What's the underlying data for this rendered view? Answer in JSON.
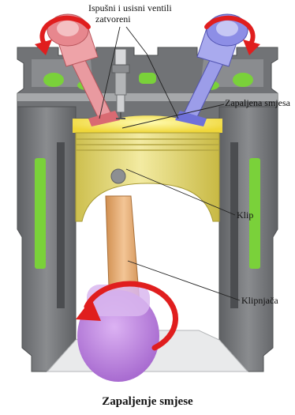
{
  "labels": {
    "valves_line1": "Ispušni i usisni ventili",
    "valves_line2": "zatvoreni",
    "ignited_mixture": "Zapaljena smjesa",
    "piston": "Klip",
    "connecting_rod": "Klipnjača"
  },
  "caption": "Zapaljenje smjese",
  "colors": {
    "block": "#6f7174",
    "block_light": "#a9abad",
    "coolant": "#7ad13a",
    "exhaust_valve": "#e77a80",
    "intake_valve": "#7c7de6",
    "flame": "#f6ef4a",
    "piston": "#e6d96a",
    "connecting_rod": "#e7ac6e",
    "crank": "#c58ce6",
    "arrow": "#e01e1e",
    "spark_plug": "#b5b7b9"
  },
  "icons": [
    "exhaust-rotation-arrow",
    "intake-rotation-arrow",
    "crank-rotation-arrow",
    "spark-plug"
  ]
}
